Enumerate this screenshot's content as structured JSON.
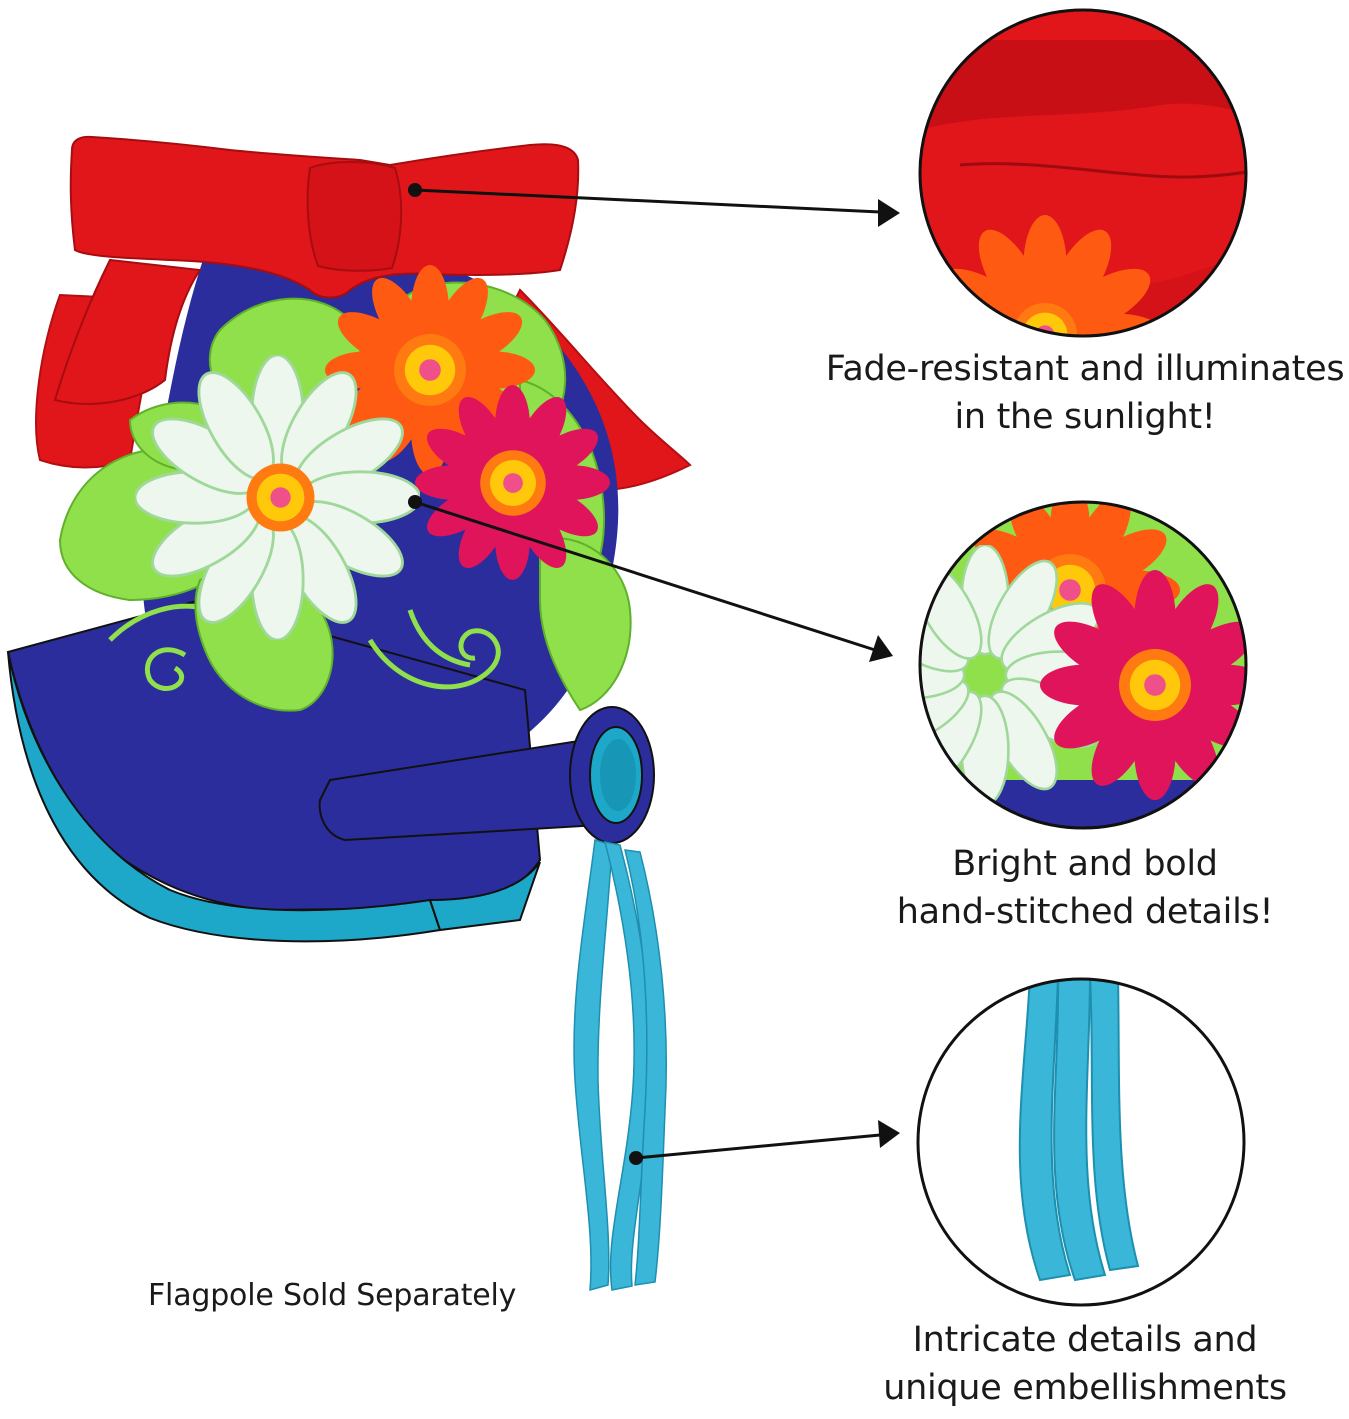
{
  "callouts": [
    {
      "line1": "Fade-resistant and illuminates",
      "line2": "in the sunlight!"
    },
    {
      "line1": "Bright and bold",
      "line2": "hand-stitched details!"
    },
    {
      "line1": "Intricate details and",
      "line2": "unique embellishments"
    }
  ],
  "flagpole_note": "Flagpole Sold Separately",
  "colors": {
    "bow_red": "#e0161b",
    "can_blue": "#2b2d9c",
    "can_rim": "#1da7c8",
    "leaf_green": "#8fe04a",
    "daisy_white": "#eef7ee",
    "flower_orange": "#ff5a12",
    "flower_pink": "#e0145a",
    "center_yellow": "#ffc80a",
    "ribbon_teal": "#39b6d8"
  },
  "icons": [
    "bow-icon",
    "watering-can-icon",
    "daisy-icon",
    "ribbon-tail-icon",
    "arrow-icon"
  ]
}
